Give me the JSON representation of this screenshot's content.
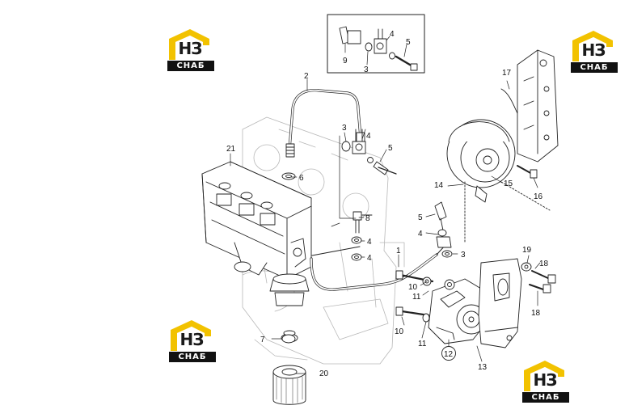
{
  "brand": {
    "logo_letters": "НЗ",
    "logo_word": "СНАБ",
    "accent_color": "#f2c200",
    "dark_color": "#111111"
  },
  "callouts": {
    "c1": "1",
    "c2": "2",
    "c3a": "3",
    "c3b": "3",
    "c3c": "3",
    "c4a": "4",
    "c4b": "4",
    "c4c": "4",
    "c4d": "4",
    "c4e": "4",
    "c5a": "5",
    "c5b": "5",
    "c5c": "5",
    "c6": "6",
    "c7": "7",
    "c8": "8",
    "c9": "9",
    "c10a": "10",
    "c10b": "10",
    "c11a": "11",
    "c11b": "11",
    "c12": "12",
    "c13": "13",
    "c14": "14",
    "c15": "15",
    "c16": "16",
    "c17": "17",
    "c18a": "18",
    "c18b": "18",
    "c19": "19",
    "c20": "20",
    "c21": "21"
  }
}
